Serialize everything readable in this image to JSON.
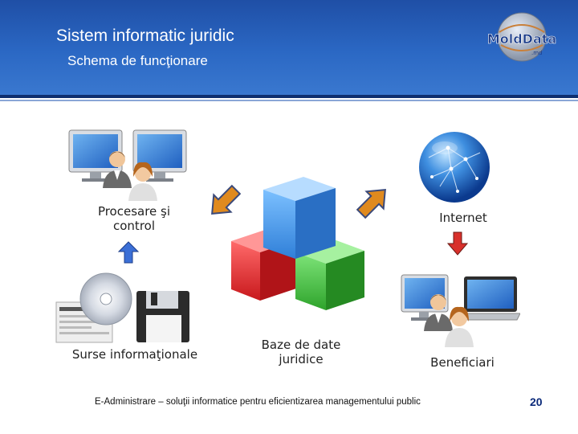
{
  "header": {
    "title": "Sistem informatic juridic",
    "subtitle": "Schema de funcţionare",
    "logo_text": "MoldData",
    "logo_sub": ".md"
  },
  "nodes": {
    "procesare": "Procesare şi\ncontrol",
    "internet": "Internet",
    "surse": "Surse informaţionale",
    "baze": "Baze de date\njuridice",
    "beneficiari": "Beneficiari"
  },
  "footer": {
    "text": "E-Administrare – soluţii informatice pentru eficientizarea managementului public",
    "page": "20"
  },
  "colors": {
    "header_blue": "#2b68c4",
    "cube_blue": "#3c8fe0",
    "cube_red": "#d9262a",
    "cube_green": "#3cbf3a",
    "arrow_blue": "#3b6fd6",
    "arrow_red": "#d8302b",
    "arrow_orange": "#e08a1e"
  }
}
